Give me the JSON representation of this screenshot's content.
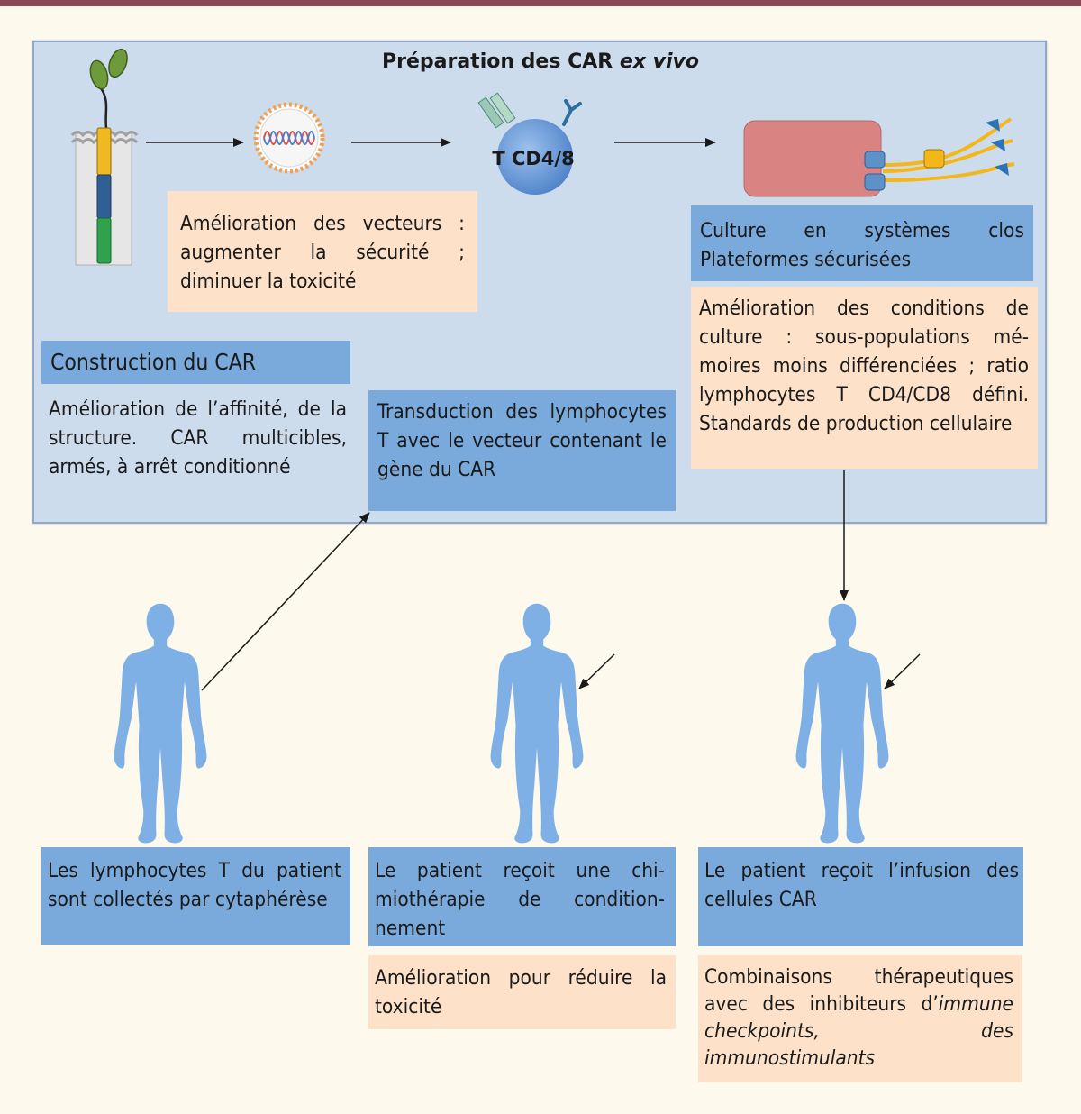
{
  "title": {
    "main": "Préparation des CAR ",
    "italic": "ex vivo"
  },
  "cell_label": "T CD4/8",
  "boxes": {
    "vector": "Amélioration des vecteurs : augmenter la sécurité ; diminuer la toxicité",
    "culture_system": "Culture en systèmes clos Plateformes sécurisées",
    "culture_conditions": "Amélioration des conditions de culture : sous-populations mé­moires moins différenciées ; ratio lymphocytes T CD4/CD8 défini. Standards de production cellulaire",
    "construction_title": "Construction du CAR",
    "construction_text": "Amélioration de l’affinité, de la structure. CAR multi­cibles, armés, à arrêt con­ditionné",
    "transduction": "Transduction des lympho­cytes T avec le vecteur contenant le gène du CAR",
    "collect": "Les lymphocytes T du patient sont collectés par cytaphérèse",
    "chemo": "Le patient reçoit une chi­miothérapie de condition­nement",
    "infusion": "Le patient reçoit l’infusion des cellules CAR",
    "toxicity": "Amélioration pour réduire la toxicité",
    "combo_start": "Combinaisons thérapeuti­ques avec des inhibiteurs d’",
    "combo_italic": "immune checkpoints, des immunostimulants"
  },
  "colors": {
    "panel": "#cddced",
    "blue_box": "#7aaadc",
    "peach_box": "#fde2c9",
    "body_figure": "#7eb0e6",
    "top_bar": "#8c4a57"
  }
}
